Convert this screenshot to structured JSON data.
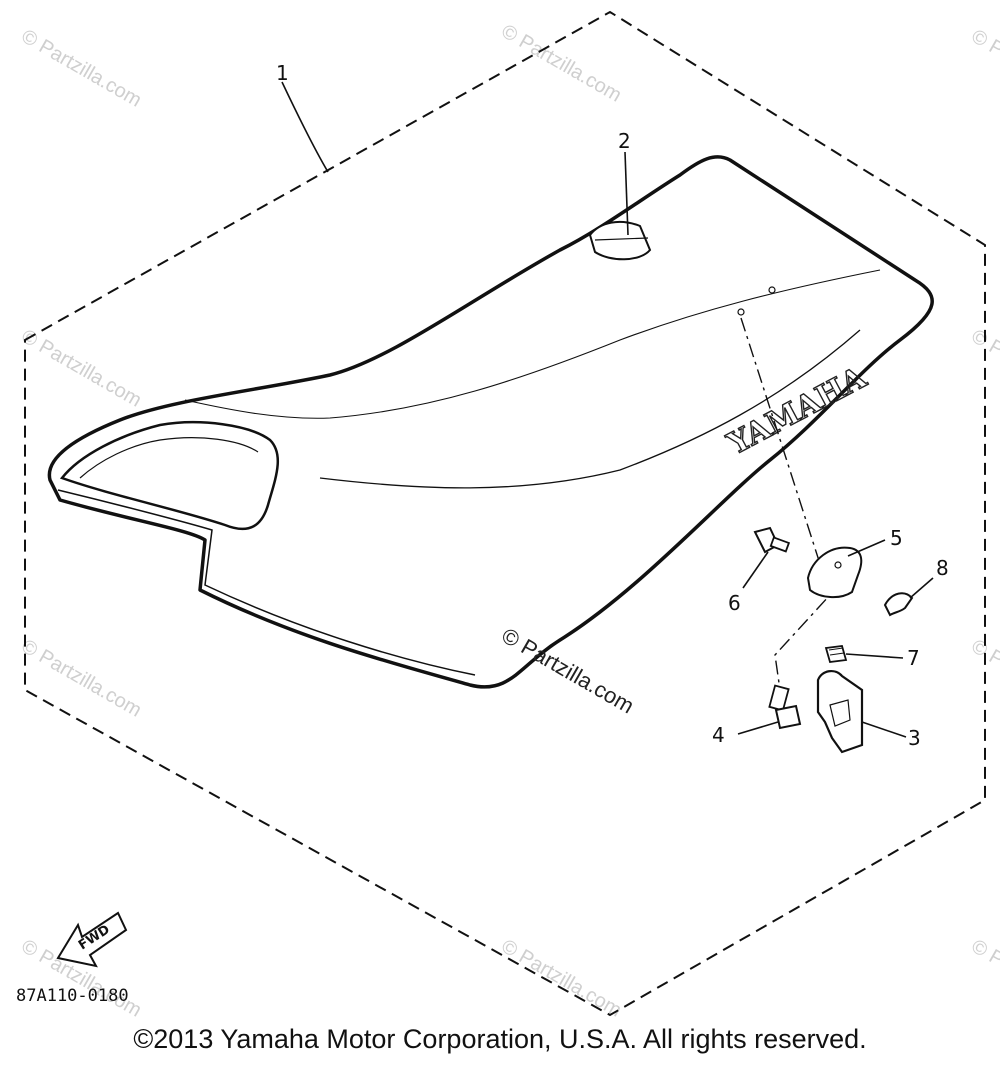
{
  "watermark": {
    "text": "© Partzilla.com",
    "center_text": "© Partzilla.com"
  },
  "diagram": {
    "brand_on_seat": "YAMAHA",
    "fwd_label": "FWD",
    "diagram_code": "87A110-0180",
    "callouts": [
      "1",
      "2",
      "3",
      "4",
      "5",
      "6",
      "7",
      "8"
    ]
  },
  "footer": {
    "copyright": "©2013 Yamaha Motor Corporation, U.S.A. All rights reserved."
  },
  "colors": {
    "line": "#111111",
    "watermark": "#cfcfcf"
  }
}
